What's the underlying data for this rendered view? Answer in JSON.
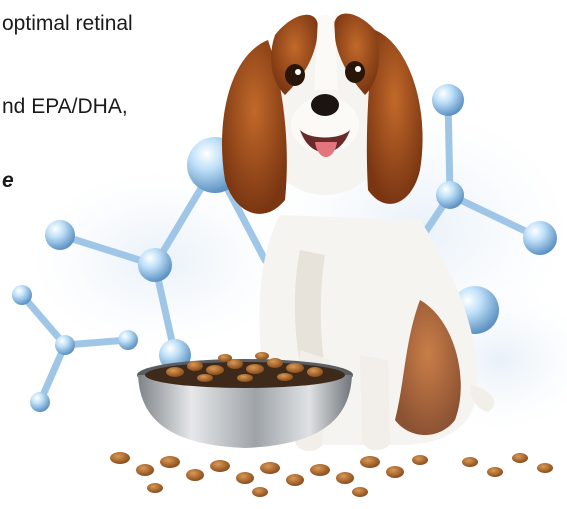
{
  "text_fragments": {
    "line1": "optimal retinal",
    "line2": "nd EPA/DHA,",
    "line3": "e"
  },
  "scene": {
    "subject": "dog-icon",
    "bowl": "food-bowl-icon",
    "molecule": "molecule-icon"
  },
  "colors": {
    "background": "#ffffff",
    "text": "#1a1a1a",
    "molecule_blue": "#8fb9dd",
    "bond_blue": "#9fc6e6",
    "fur_brown": "#a4521f",
    "fur_white": "#f6f4f0",
    "kibble": "#b06a2c",
    "bowl_steel": "#b9bcc0"
  }
}
